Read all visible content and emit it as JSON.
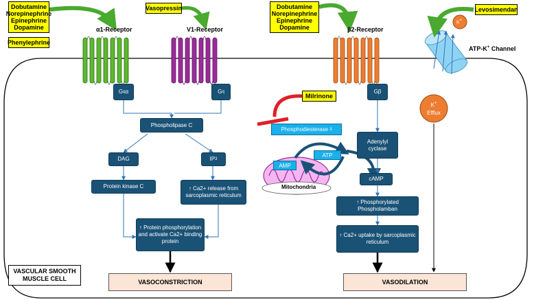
{
  "drugs": {
    "alpha_agonists": "Dobutamine\nNorepinephrine\nEpinephrine\nDopamine",
    "phenylephrine": "Phenylephrine",
    "vasopressin": "Vasopressin",
    "beta_agonists": "Dobutamine\nNorepinephrine\nEpinephrine\nDopamine",
    "milrinone": "Milrinone",
    "levosimendan": "Levosimendan"
  },
  "receptors": {
    "alpha1": "α1-Receptor",
    "v1": "V1-Receptor",
    "beta2": "β2-Receptor",
    "atp_k_channel": "ATP-K",
    "atp_k_channel_sup": "+",
    "atp_k_channel_suffix": " Channel"
  },
  "gproteins": {
    "gq_alpha": "G",
    "gq_alpha_sub": "q",
    "gq_alpha_suffix": "α",
    "gq": "G",
    "gq_sub": "q",
    "gbeta": "Gβ"
  },
  "pathway": {
    "phospholipase_c": "Phospholipase C",
    "dag": "DAG",
    "ip3": "IP",
    "ip3_sub": "3",
    "protein_kinase_c": "Protein kinase C",
    "ca_release": "↑ Ca2+ release from sarcoplasmic reticulum",
    "protein_phos": "↑ Protein phosphorylation and activate Ca2+ binding protein",
    "phosphodiesterase": "Phosphodiesterase",
    "phosphodiesterase_sub": "3",
    "atp": "ATP",
    "amp": "AMP",
    "mitochondria": "Mitochondria",
    "adenylyl_cyclase": "Adenylyl cyclase",
    "camp": "cAMP",
    "phospholamban": "↑ Phosphorylated Phospholamban",
    "ca_uptake": "↑ Ca2+ uptake by sarcoplasmic reticulum",
    "k_ion": "K",
    "k_ion_sup": "+",
    "k_efflux": "K",
    "k_efflux_sup": "+",
    "k_efflux_suffix": "Efflux"
  },
  "outcomes": {
    "vasoconstriction": "VASOCONSTRICTION",
    "vasodilation": "VASODILATION"
  },
  "cell_label": "VASCULAR SMOOTH MUSCLE CELL",
  "colors": {
    "alpha_receptor": "#5cb82e",
    "v1_receptor": "#9b2c9b",
    "beta_receptor": "#ed7d31",
    "channel": "#8fd3f4",
    "drug_box": "#ffff00",
    "pathway_box": "#1a5276",
    "outcome_box": "#fbe5d6",
    "inhibitor": "#e01f26",
    "arrow_green": "#4aa92f"
  }
}
